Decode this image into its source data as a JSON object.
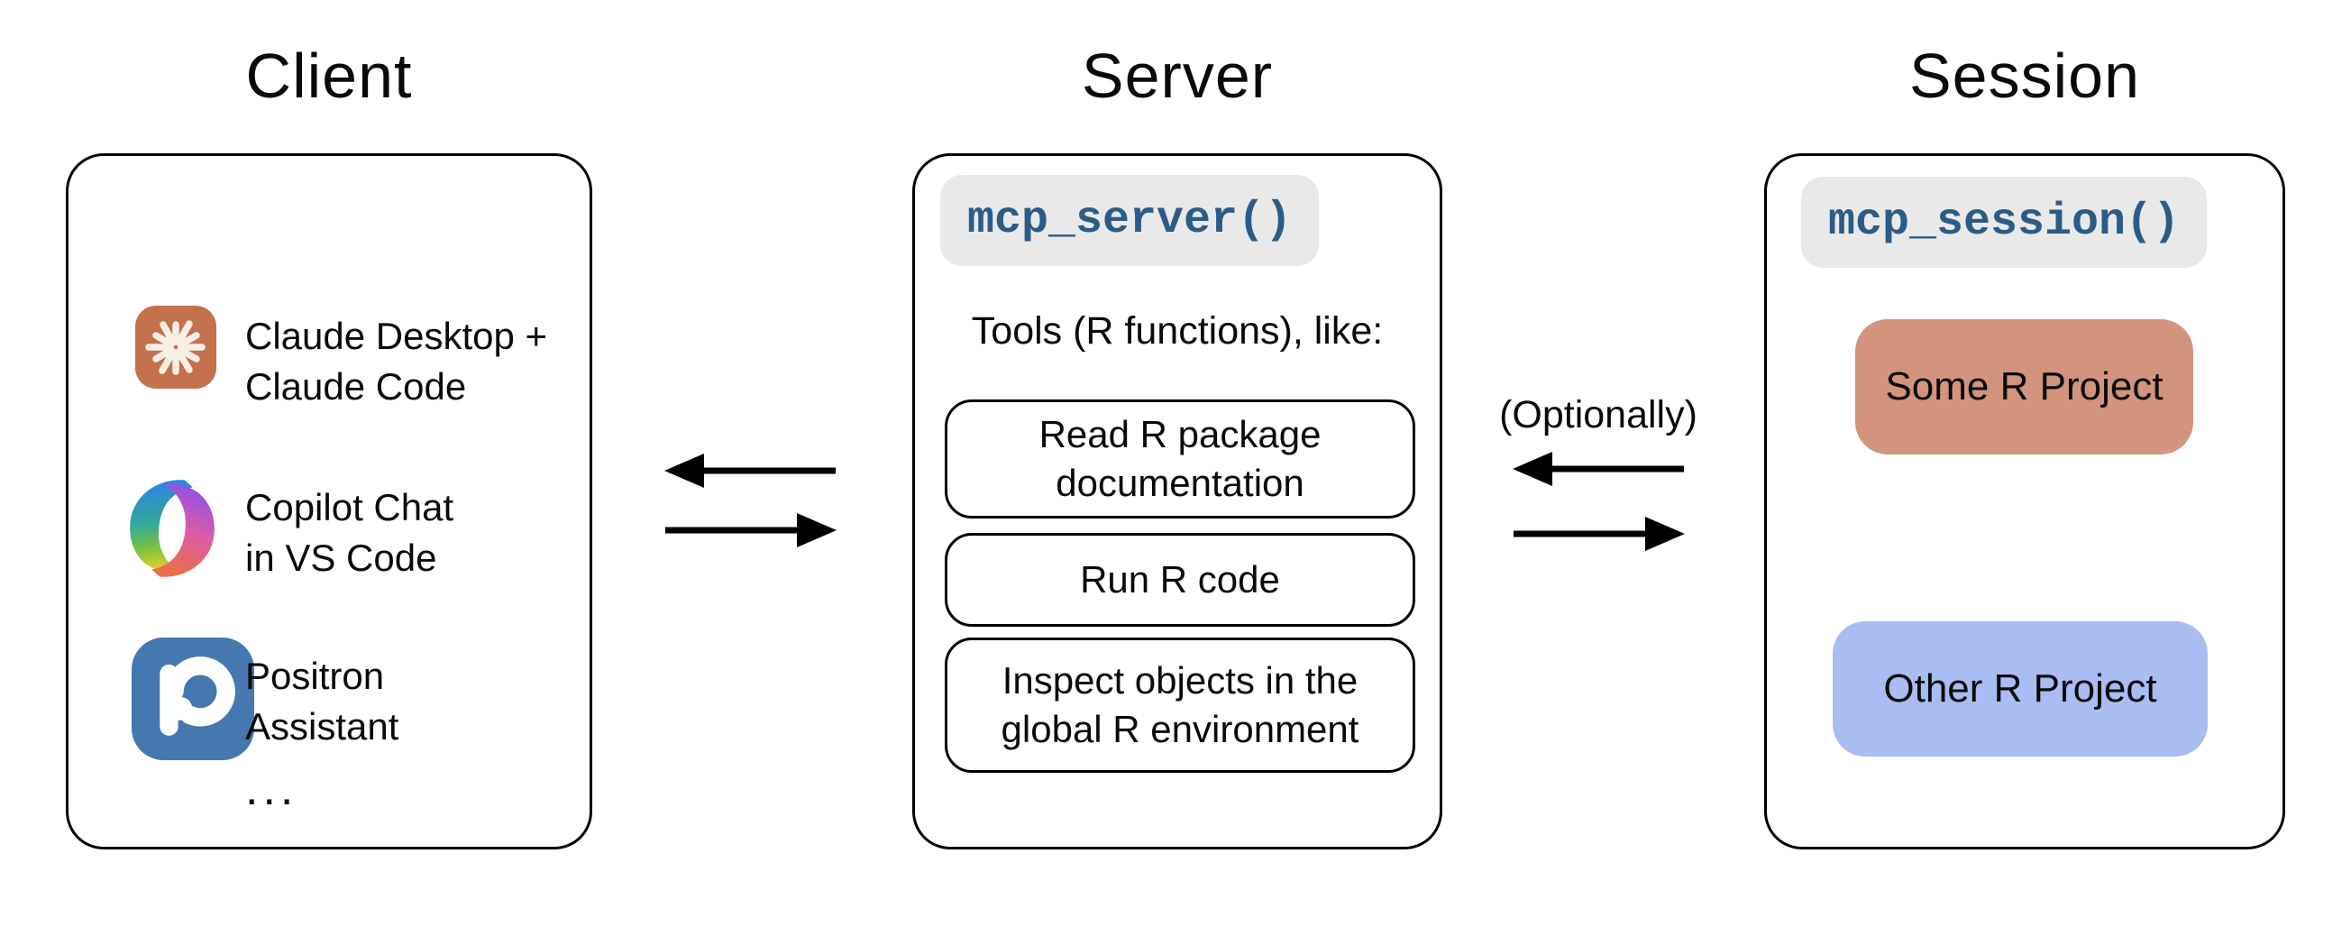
{
  "colors": {
    "code_text": "#2b5c88",
    "code_badge_bg": "#e9e9e9",
    "claude_brand": "#c4714e",
    "claude_star": "#f7efe4",
    "positron_brand": "#4678b0",
    "some_r_project_bg": "#d2947c",
    "other_r_project_bg": "#a9bdf2",
    "arrow": "#000000",
    "box_border": "#000000"
  },
  "columns": {
    "client": {
      "title": "Client",
      "items": [
        {
          "icon": "claude-icon",
          "label": "Claude Desktop +\nClaude Code"
        },
        {
          "icon": "copilot-icon",
          "label": "Copilot Chat\nin VS Code"
        },
        {
          "icon": "positron-icon",
          "label": "Positron\nAssistant"
        }
      ],
      "ellipsis": "..."
    },
    "server": {
      "title": "Server",
      "code_badge": "mcp_server()",
      "tools_heading": "Tools (R functions), like:",
      "tools": [
        "Read R package\ndocumentation",
        "Run R code",
        "Inspect objects in the\nglobal R environment"
      ]
    },
    "session": {
      "title": "Session",
      "code_badge": "mcp_session()",
      "projects": [
        {
          "label": "Some R Project"
        },
        {
          "label": "Other R Project"
        }
      ]
    }
  },
  "connections": {
    "client_server": {
      "arrows": [
        "left",
        "right"
      ]
    },
    "server_session": {
      "label": "(Optionally)",
      "arrows": [
        "left",
        "right"
      ]
    }
  }
}
